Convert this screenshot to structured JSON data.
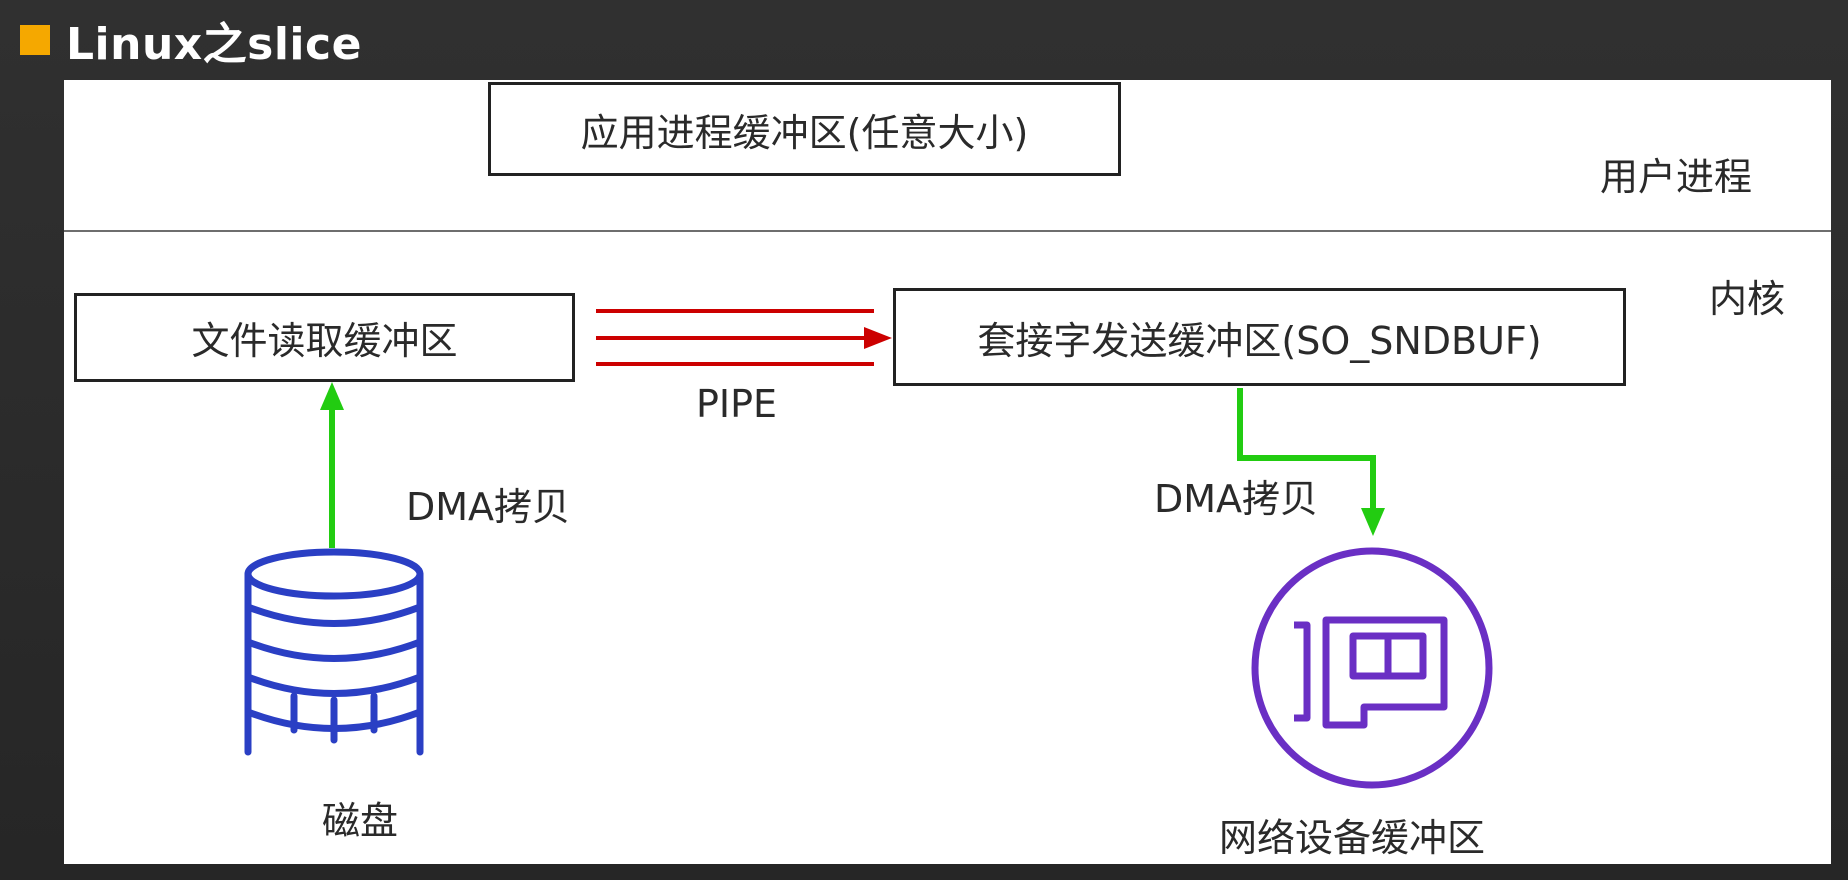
{
  "header": {
    "title": "Linux之slice",
    "accent_color": "#f5a800"
  },
  "diagram": {
    "user_space_label": "用户进程",
    "kernel_label": "内核",
    "app_buffer": "应用进程缓冲区(任意大小)",
    "file_read_buffer": "文件读取缓冲区",
    "socket_send_buffer": "套接字发送缓冲区(SO_SNDBUF)",
    "pipe_label": "PIPE",
    "dma_copy_left": "DMA拷贝",
    "dma_copy_right": "DMA拷贝",
    "disk_label": "磁盘",
    "nic_label": "网络设备缓冲区",
    "icons": {
      "disk": "database-icon",
      "nic": "network-card-icon"
    },
    "colors": {
      "dma_arrow": "#22cc11",
      "pipe_arrow": "#cc0000",
      "disk_icon": "#2a3fc4",
      "nic_icon": "#6a2fc4"
    }
  }
}
